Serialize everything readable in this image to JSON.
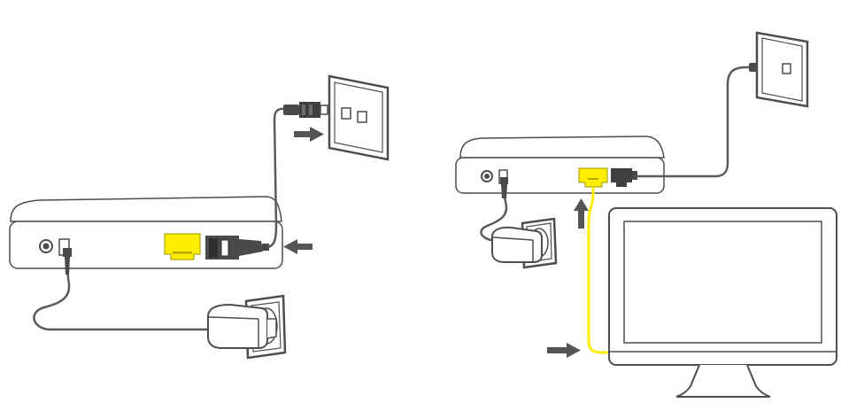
{
  "colors": {
    "outline": "#4d4d4d",
    "device_fill": "#ffffff",
    "cable": "#5a5a5a",
    "plug": "#4a4a4a",
    "yellow": "#ffed00",
    "arrow": "#555555"
  },
  "panels": {
    "left": {
      "steps": [
        "power-adapter-to-wall-outlet",
        "phone-cable-to-wall-jack",
        "phone-cable-to-router-port"
      ],
      "icons": [
        "modem-router",
        "wall-phone-jack",
        "power-adapter",
        "wall-outlet",
        "arrow-right",
        "arrow-left"
      ]
    },
    "right": {
      "steps": [
        "phone-cable-to-wall-jack",
        "power-adapter-to-wall-outlet",
        "yellow-ethernet-cable-to-computer"
      ],
      "icons": [
        "modem-router",
        "wall-phone-jack",
        "power-adapter",
        "wall-outlet",
        "computer-monitor",
        "arrow-up",
        "arrow-right"
      ]
    }
  }
}
